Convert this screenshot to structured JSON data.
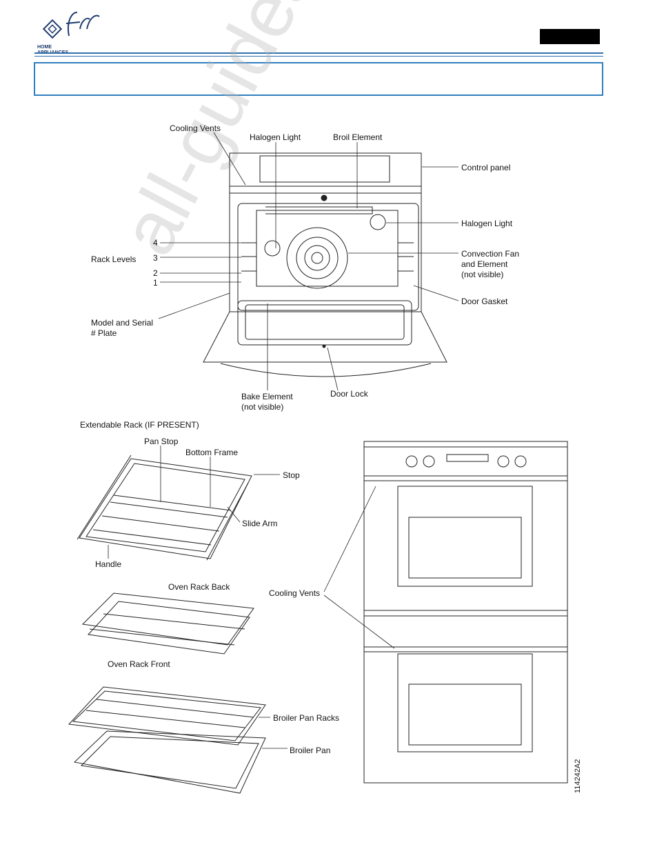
{
  "header": {
    "logo_text": "HOME APPLIANCES",
    "logo_script": "fcn"
  },
  "labels": {
    "cooling_vents_top": "Cooling Vents",
    "halogen_light_top": "Halogen Light",
    "broil_element": "Broil Element",
    "control_panel": "Control panel",
    "halogen_light_right": "Halogen Light",
    "rack_levels": "Rack Levels",
    "rack_4": "4",
    "rack_3": "3",
    "rack_2": "2",
    "rack_1": "1",
    "convection_fan_1": "Convection Fan",
    "convection_fan_2": "and Element",
    "convection_fan_3": "(not visible)",
    "door_gasket": "Door Gasket",
    "model_serial_1": "Model and Serial",
    "model_serial_2": "# Plate",
    "bake_element_1": "Bake Element",
    "bake_element_2": "(not visible)",
    "door_lock": "Door Lock",
    "extendable_rack": "Extendable Rack (IF PRESENT)",
    "pan_stop": "Pan Stop",
    "bottom_frame": "Bottom Frame",
    "stop": "Stop",
    "slide_arm": "Slide Arm",
    "handle": "Handle",
    "oven_rack_back": "Oven Rack Back",
    "oven_rack_front": "Oven Rack Front",
    "cooling_vents_double": "Cooling Vents",
    "broiler_pan_racks": "Broiler Pan Racks",
    "broiler_pan": "Broiler Pan",
    "figure_code": "114242A2"
  },
  "colors": {
    "rule_blue": "#2f6fae",
    "box_blue": "#2f7fc0",
    "logo_blue": "#1d3a6e"
  }
}
